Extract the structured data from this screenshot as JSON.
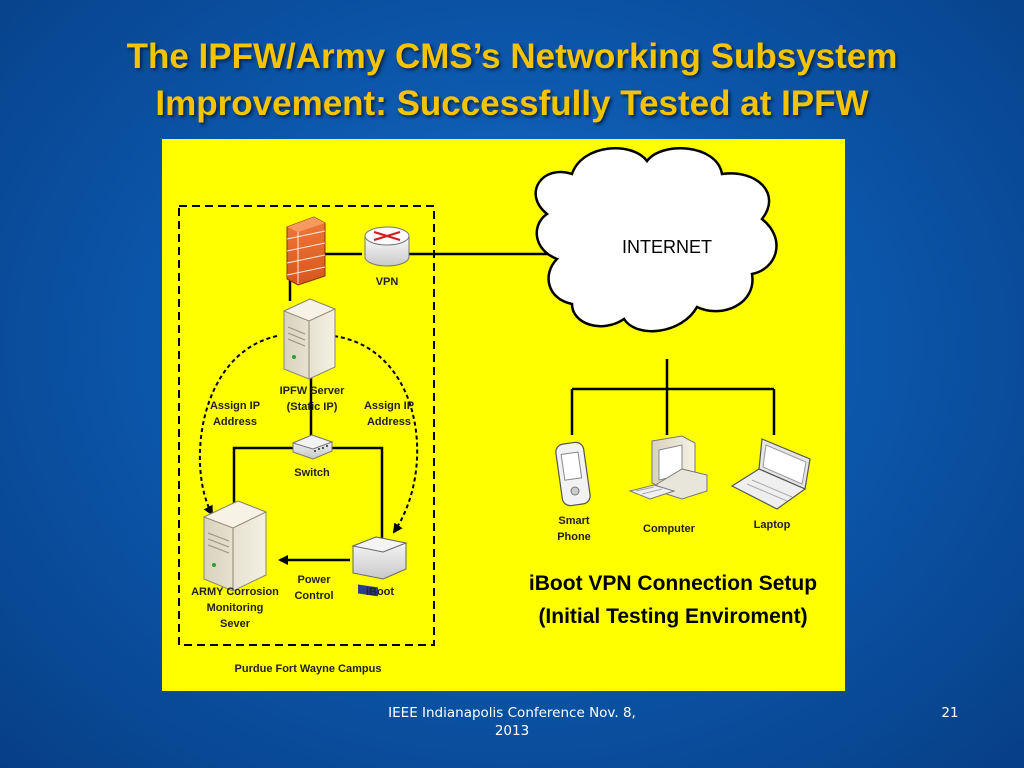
{
  "slide": {
    "title_line1": "The IPFW/Army CMS’s Networking Subsystem",
    "title_line2": "Improvement: Successfully Tested at IPFW"
  },
  "diagram": {
    "internet": "INTERNET",
    "vpn": "VPN",
    "server_line1": "IPFW Server",
    "server_line2": "(Static IP)",
    "assign_left_line1": "Assign IP",
    "assign_left_line2": "Address",
    "assign_right_line1": "Assign IP",
    "assign_right_line2": "Address",
    "switch": "Switch",
    "army_line1": "ARMY Corrosion",
    "army_line2": "Monitoring",
    "army_line3": "Sever",
    "power_line1": "Power",
    "power_line2": "Control",
    "iboot": "iBoot",
    "campus": "Purdue Fort Wayne Campus",
    "smartphone_line1": "Smart",
    "smartphone_line2": "Phone",
    "computer": "Computer",
    "laptop": "Laptop",
    "caption_line1": "iBoot VPN Connection Setup",
    "caption_line2": "(Initial Testing Enviroment)"
  },
  "footer": {
    "text_line1": "IEEE Indianapolis Conference Nov. 8,",
    "text_line2": "2013",
    "page": "21"
  },
  "colors": {
    "title": "#f5c400",
    "panel": "#ffff00",
    "background": "#0c58ad"
  }
}
